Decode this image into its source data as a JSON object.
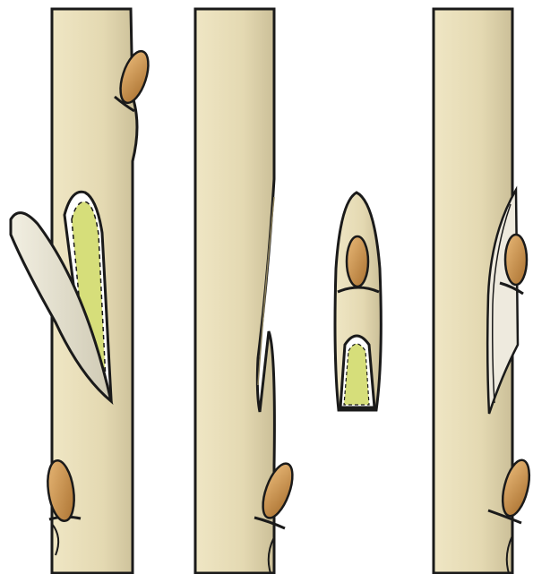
{
  "figure": {
    "panels": [
      {
        "id": "stock-with-bark-flap",
        "parts": [
          "stem",
          "bud-top",
          "bark-flap",
          "cambium-exposed",
          "bud-bottom"
        ]
      },
      {
        "id": "stock-with-cut",
        "parts": [
          "stem",
          "notch-cut",
          "bud-bottom"
        ]
      },
      {
        "id": "bud-shield",
        "parts": [
          "shield",
          "bud",
          "cambium-exposed"
        ]
      },
      {
        "id": "inserted-graft",
        "parts": [
          "stem",
          "inserted-shield",
          "bud",
          "bud-bottom"
        ]
      }
    ]
  },
  "colors": {
    "stem_fill": "#e6dcb8",
    "stem_shade": "#c9bd96",
    "outline": "#1a1a1a",
    "bud_fill": "#d9a35c",
    "bud_shade": "#a9702f",
    "cambium": "#d6de7a",
    "flap_fill": "#e8e4d2",
    "background": "#ffffff"
  }
}
